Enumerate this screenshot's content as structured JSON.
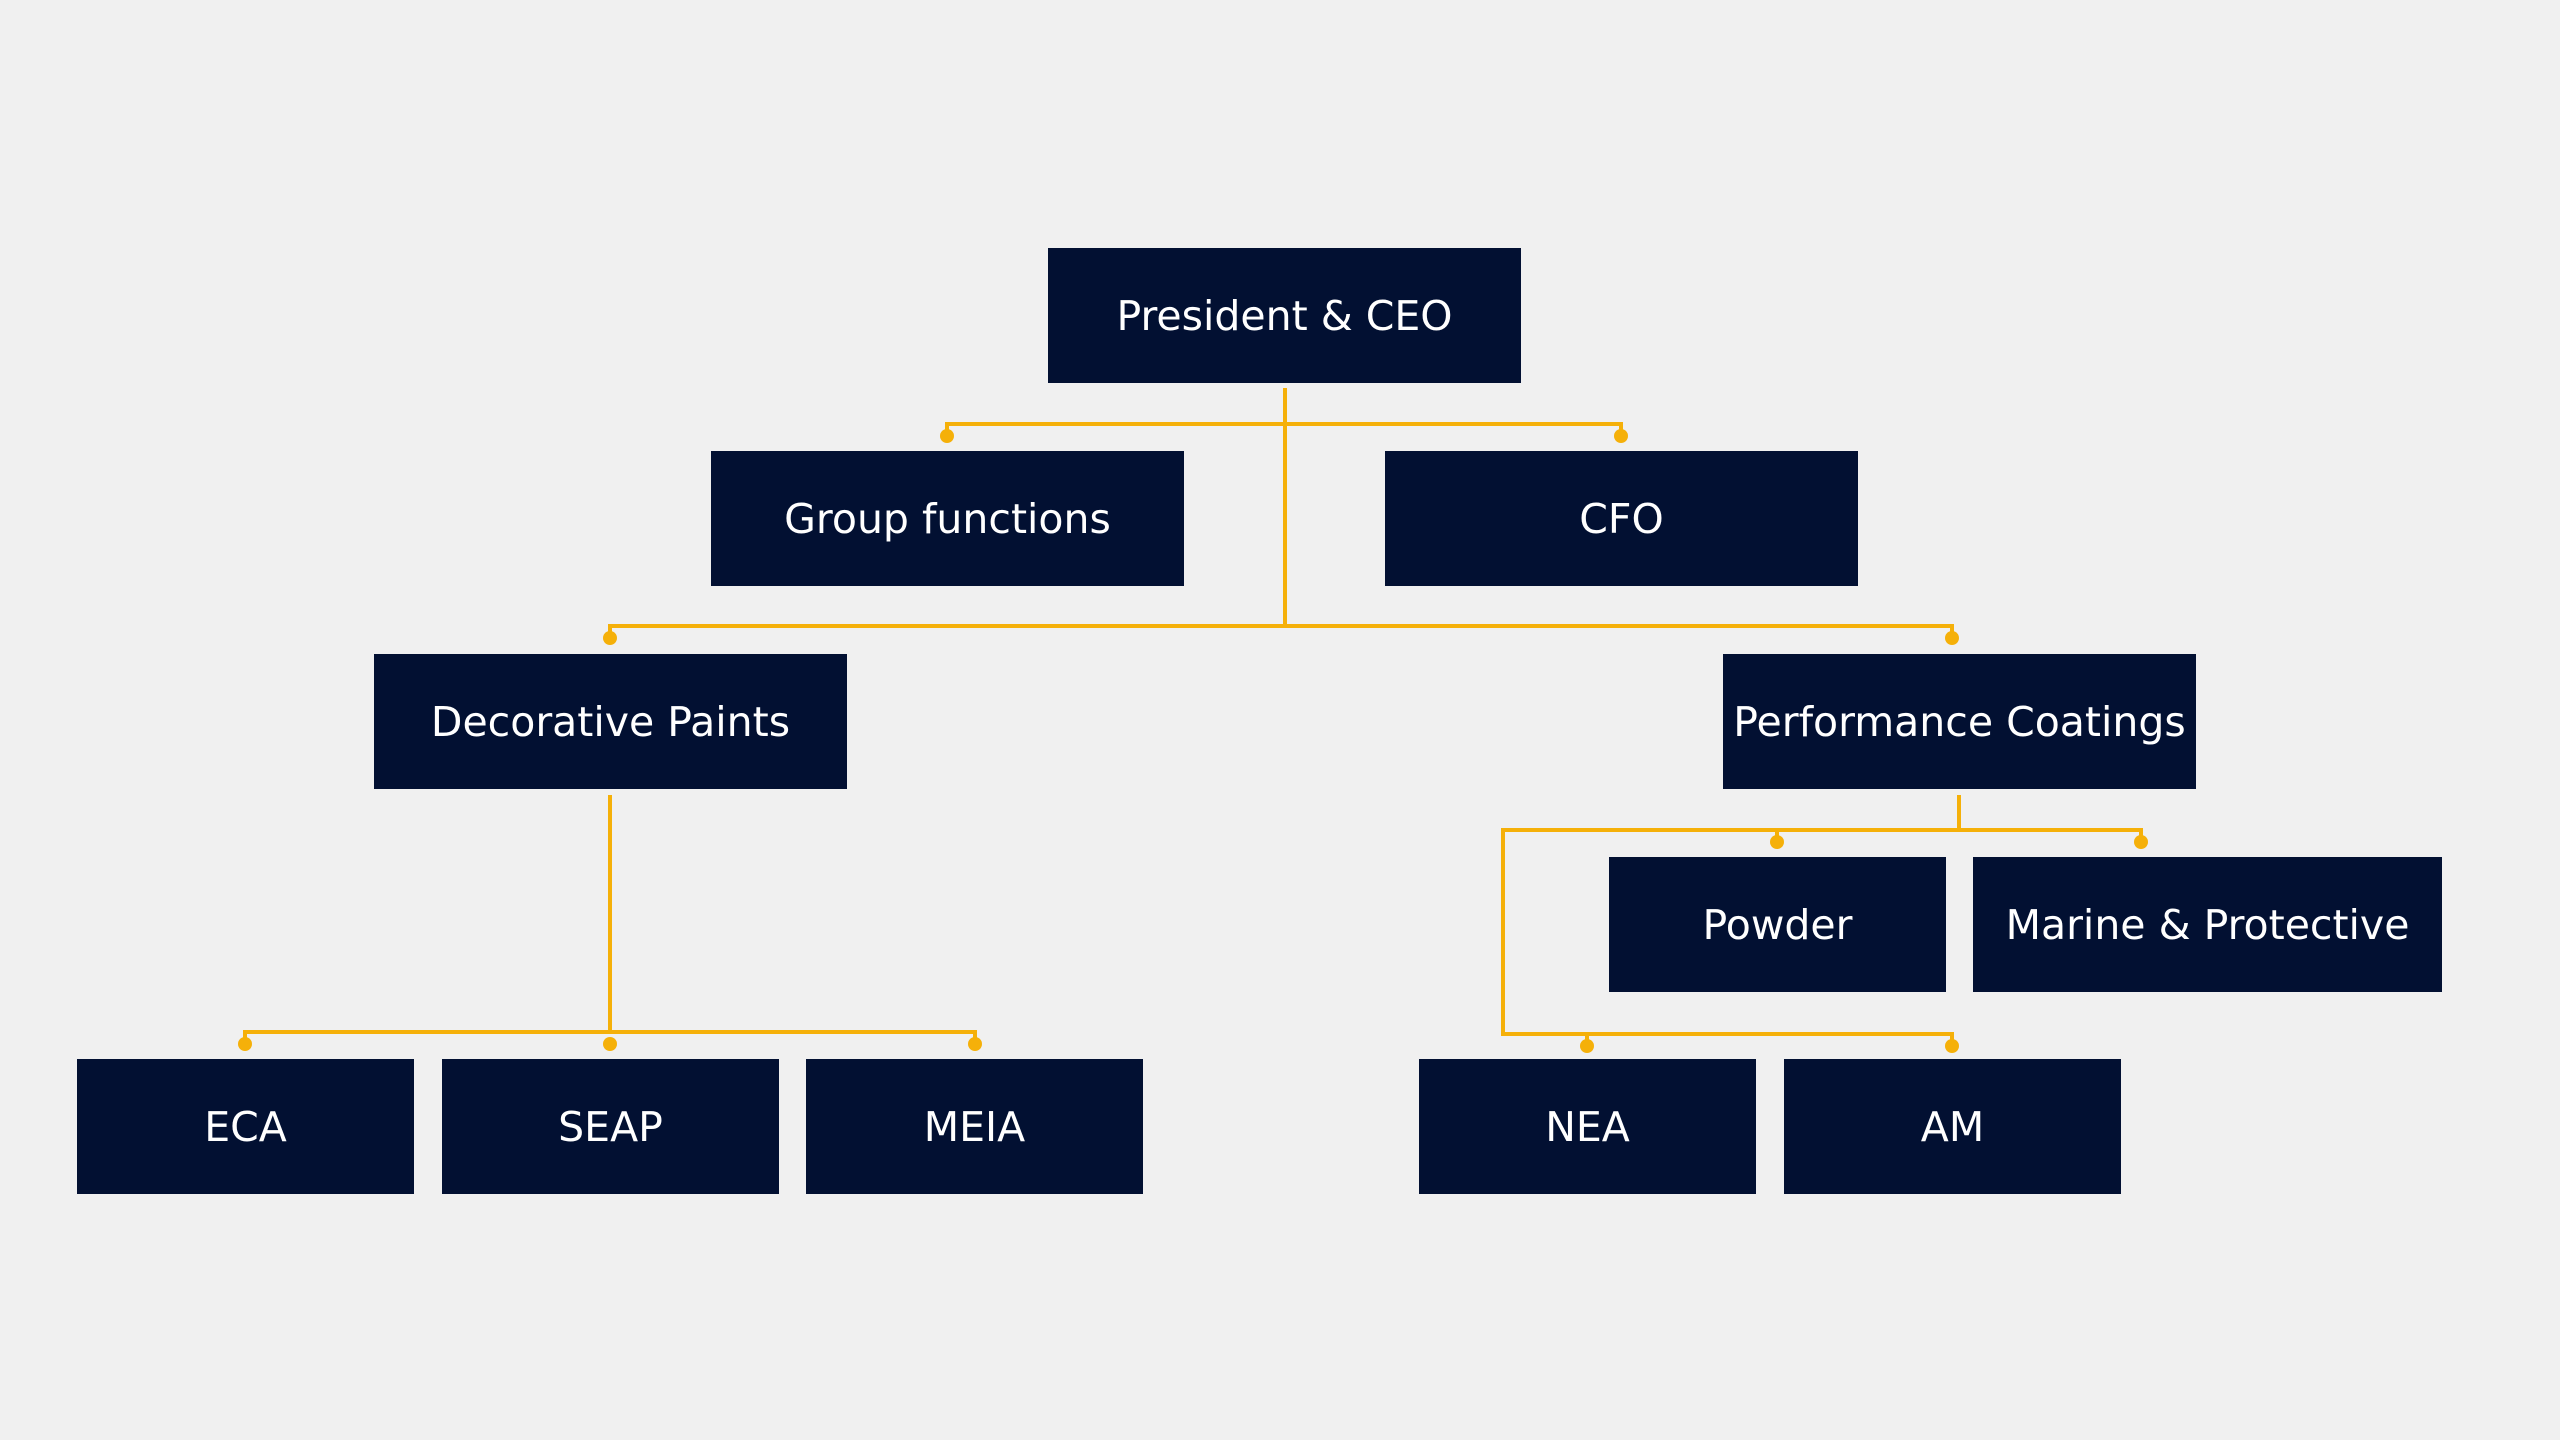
{
  "colors": {
    "background": "#f0f0f0",
    "box_fill": "#021032",
    "box_text": "#ffffff",
    "connector": "#f5b009"
  },
  "org_chart": {
    "ceo": "President & CEO",
    "group_functions": "Group functions",
    "cfo": "CFO",
    "decorative_paints": "Decorative Paints",
    "performance_coatings": "Performance Coatings",
    "powder": "Powder",
    "marine_protective": "Marine & Protective",
    "eca": "ECA",
    "seap": "SEAP",
    "meia": "MEIA",
    "nea": "NEA",
    "am": "AM"
  }
}
